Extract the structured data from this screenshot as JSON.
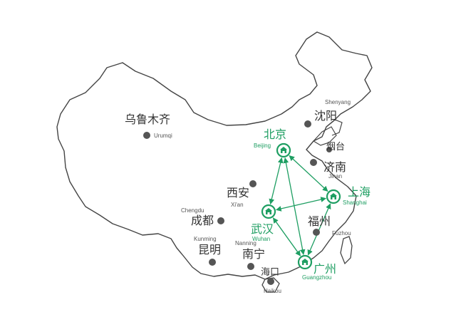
{
  "colors": {
    "hub": "#1e9e62",
    "city_dot": "#555555",
    "outline": "#444444",
    "label": "#333333"
  },
  "hubs": {
    "beijing": {
      "cn": "北京",
      "en": "Beijing"
    },
    "shanghai": {
      "cn": "上海",
      "en": "Shanghai"
    },
    "wuhan": {
      "cn": "武汉",
      "en": "Wuhan"
    },
    "guangzhou": {
      "cn": "广州",
      "en": "Guangzhou"
    }
  },
  "cities": {
    "urumqi": {
      "cn": "乌鲁木齐",
      "en": "Urumqi"
    },
    "shenyang": {
      "cn": "沈阳",
      "en": "Shenyang"
    },
    "yantai": {
      "cn": "烟台",
      "en": ""
    },
    "jinan": {
      "cn": "济南",
      "en": "Jinan"
    },
    "xian": {
      "cn": "西安",
      "en": "Xi'an"
    },
    "chengdu": {
      "cn": "成都",
      "en": "Chengdu"
    },
    "fuzhou": {
      "cn": "福州",
      "en": "Fuzhou"
    },
    "kunming": {
      "cn": "昆明",
      "en": "Kunming"
    },
    "nanning": {
      "cn": "南宁",
      "en": "Nanning"
    },
    "haikou": {
      "cn": "海口",
      "en": "Haikou"
    }
  },
  "routes": [
    [
      "beijing",
      "shanghai"
    ],
    [
      "beijing",
      "wuhan"
    ],
    [
      "beijing",
      "guangzhou"
    ],
    [
      "shanghai",
      "wuhan"
    ],
    [
      "shanghai",
      "guangzhou"
    ],
    [
      "wuhan",
      "guangzhou"
    ]
  ]
}
